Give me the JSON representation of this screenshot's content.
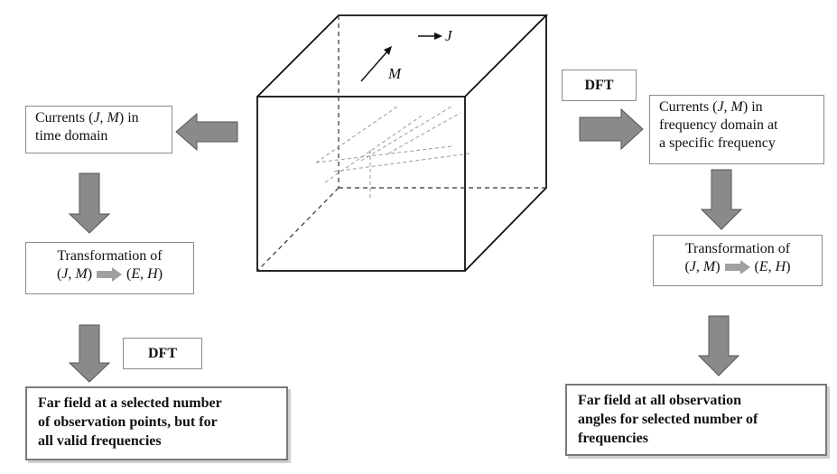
{
  "cube": {
    "label_j": "J",
    "label_m": "M"
  },
  "left": {
    "currents_time": {
      "line1_pre": "Currents (",
      "j": "J",
      "comma": ", ",
      "m": "M",
      "line1_post": ") in",
      "line2": "time domain"
    },
    "transform": {
      "title": "Transformation of",
      "open": "(",
      "j": "J",
      "comma": ", ",
      "m": "M",
      "close": ")",
      "open2": "(",
      "e": "E",
      "comma2": ", ",
      "h": "H",
      "close2": ")"
    },
    "dft_label": "DFT",
    "far_field": {
      "line1": "Far field at a selected number",
      "line2": "of observation points, but for",
      "line3": "all valid frequencies"
    }
  },
  "right": {
    "dft_label": "DFT",
    "currents_freq": {
      "line1_pre": "Currents (",
      "j": "J",
      "comma": ", ",
      "m": "M",
      "line1_post": ") in",
      "line2": "frequency domain at",
      "line3": "a specific frequency"
    },
    "transform": {
      "title": "Transformation of",
      "open": "(",
      "j": "J",
      "comma": ", ",
      "m": "M",
      "close": ")",
      "open2": "(",
      "e": "E",
      "comma2": ", ",
      "h": "H",
      "close2": ")"
    },
    "far_field": {
      "line1": "Far field at all observation",
      "line2": "angles for selected number of",
      "line3": "frequencies"
    }
  }
}
